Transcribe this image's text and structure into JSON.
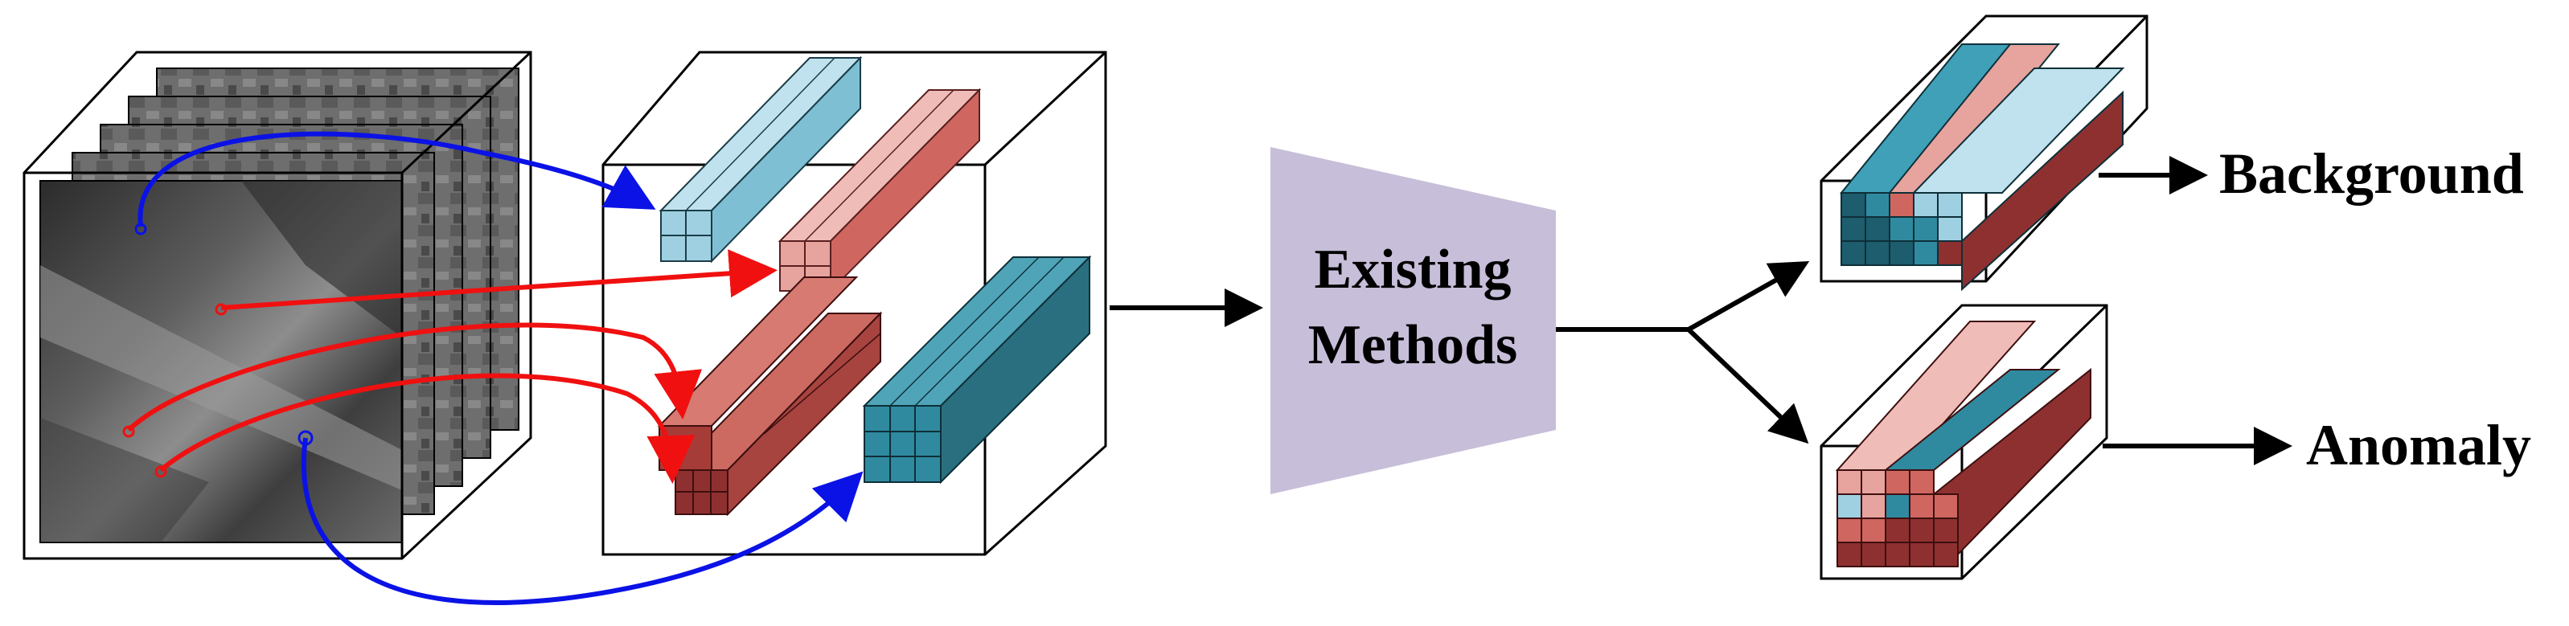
{
  "method_box": {
    "line1": "Existing",
    "line2": "Methods"
  },
  "outputs": {
    "background": "Background",
    "anomaly": "Anomaly"
  },
  "colors": {
    "light_blue": "#9fd0e2",
    "teal": "#2f8aa0",
    "dark_teal": "#1d5d6d",
    "light_pink": "#e7a39e",
    "salmon": "#cf6760",
    "dark_red": "#8f3030",
    "trapezoid": "#c7bed9",
    "blue_arrow": "#0b12e6",
    "red_arrow": "#f01010"
  },
  "icons": [
    "video-frames-stack",
    "feature-cube",
    "cuboid-patches",
    "arrow-right",
    "split-arrow"
  ]
}
